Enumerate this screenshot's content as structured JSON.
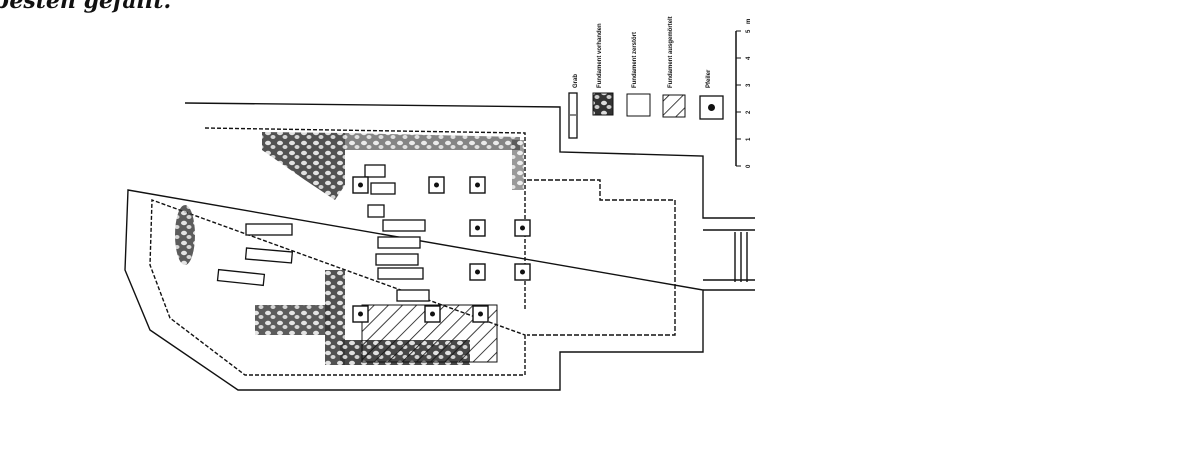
{
  "caption": "besten gefällt.",
  "legend": [
    {
      "label": "Grab",
      "icon": "grave-symbol"
    },
    {
      "label": "Fundament vorhanden",
      "icon": "existing-foundation-pattern"
    },
    {
      "label": "Fundament zerstört",
      "icon": "destroyed-foundation-pattern"
    },
    {
      "label": "Fundament ausgemörtelt",
      "icon": "hatched-foundation-pattern"
    },
    {
      "label": "Pfeiler",
      "icon": "pier-symbol"
    }
  ],
  "scale": {
    "unit": "m",
    "ticks": [
      "0",
      "1",
      "2",
      "3",
      "4",
      "5"
    ]
  }
}
